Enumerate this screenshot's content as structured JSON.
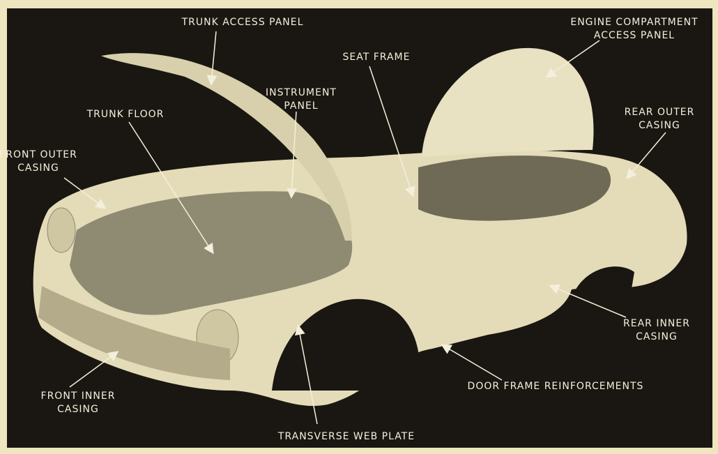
{
  "colors": {
    "background": "#efe5bf",
    "panel": "#1a1712",
    "body": "#e4dcb8",
    "shade": "#8f8a72",
    "label": "#f4efdc"
  },
  "labels": {
    "trunk_access_panel": [
      "TRUNK ACCESS PANEL"
    ],
    "engine_compartment_access_panel": [
      "ENGINE COMPARTMENT",
      "ACCESS PANEL"
    ],
    "seat_frame": [
      "SEAT FRAME"
    ],
    "instrument_panel": [
      "INSTRUMENT",
      "PANEL"
    ],
    "trunk_floor": [
      "TRUNK FLOOR"
    ],
    "front_outer_casing": [
      "FRONT OUTER",
      "CASING"
    ],
    "rear_outer_casing": [
      "REAR OUTER",
      "CASING"
    ],
    "rear_inner_casing": [
      "REAR INNER",
      "CASING"
    ],
    "door_frame_reinforcements": [
      "DOOR FRAME REINFORCEMENTS"
    ],
    "front_inner_casing": [
      "FRONT INNER",
      "CASING"
    ],
    "transverse_web_plate": [
      "TRANSVERSE WEB PLATE"
    ]
  }
}
